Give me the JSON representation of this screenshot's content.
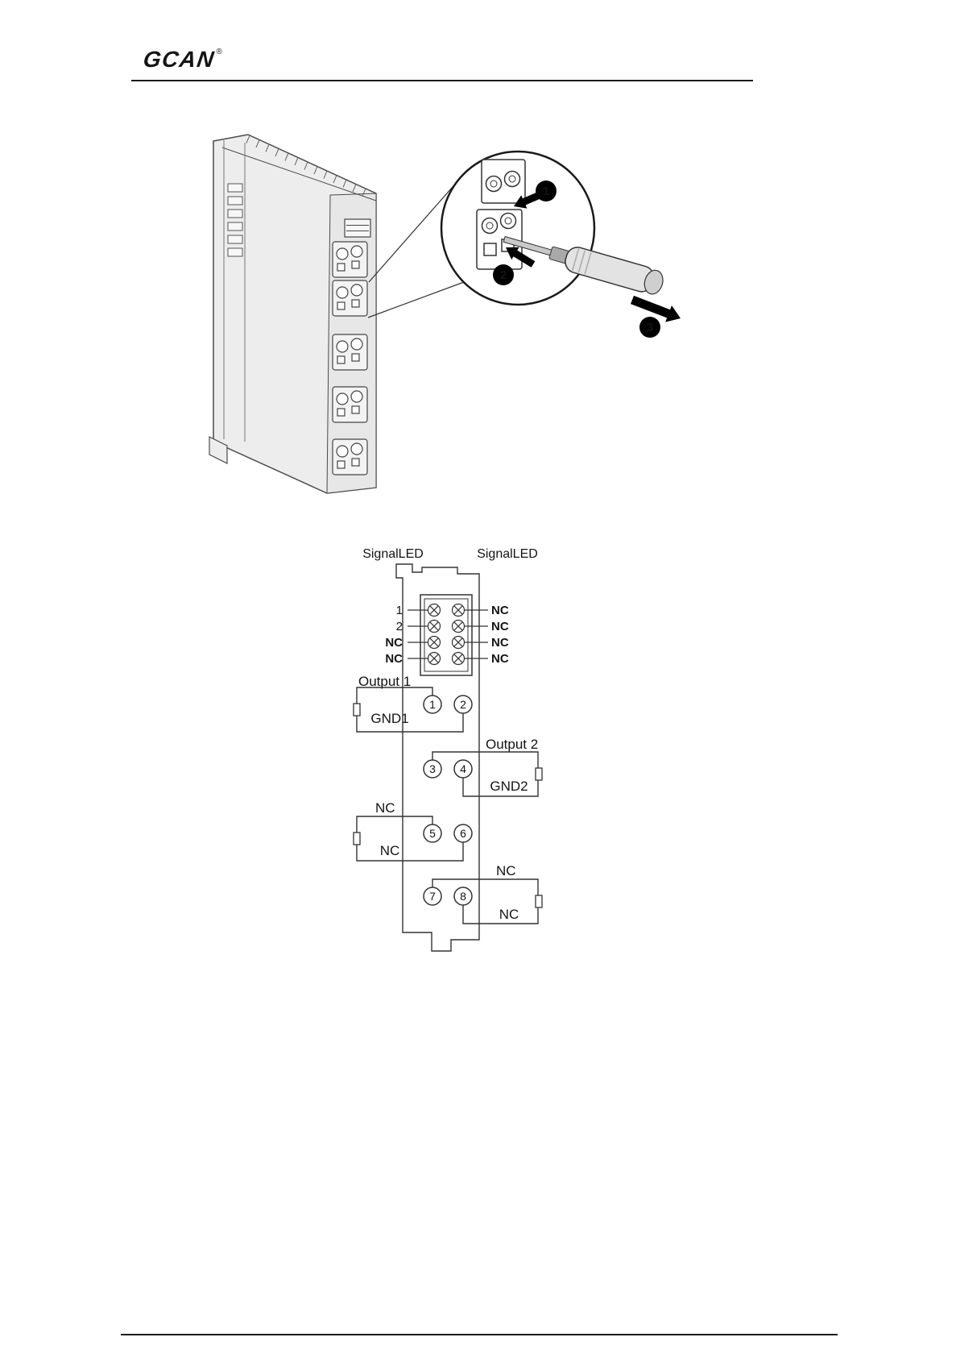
{
  "header": {
    "logo_text": "GCAN",
    "registered_mark": "®"
  },
  "install_figure": {
    "steps": [
      "1",
      "2",
      "3"
    ]
  },
  "pinout_figure": {
    "signal_led_left": "SignalLED",
    "signal_led_right": "SignalLED",
    "led_rows": [
      {
        "left": "1",
        "right": "NC"
      },
      {
        "left": "2",
        "right": "NC"
      },
      {
        "left": "NC",
        "right": "NC"
      },
      {
        "left": "NC",
        "right": "NC"
      }
    ],
    "terminal_groups": [
      {
        "title": "Output 1",
        "box_label": "GND1",
        "pins": [
          "1",
          "2"
        ],
        "side": "left"
      },
      {
        "title": "Output 2",
        "box_label": "GND2",
        "pins": [
          "3",
          "4"
        ],
        "side": "right"
      },
      {
        "title": "NC",
        "box_label": "NC",
        "pins": [
          "5",
          "6"
        ],
        "side": "left"
      },
      {
        "title": "NC",
        "box_label": "NC",
        "pins": [
          "7",
          "8"
        ],
        "side": "right"
      }
    ]
  },
  "colors": {
    "line": "#333333",
    "module_fill": "#ededed",
    "badge": "#000000"
  }
}
